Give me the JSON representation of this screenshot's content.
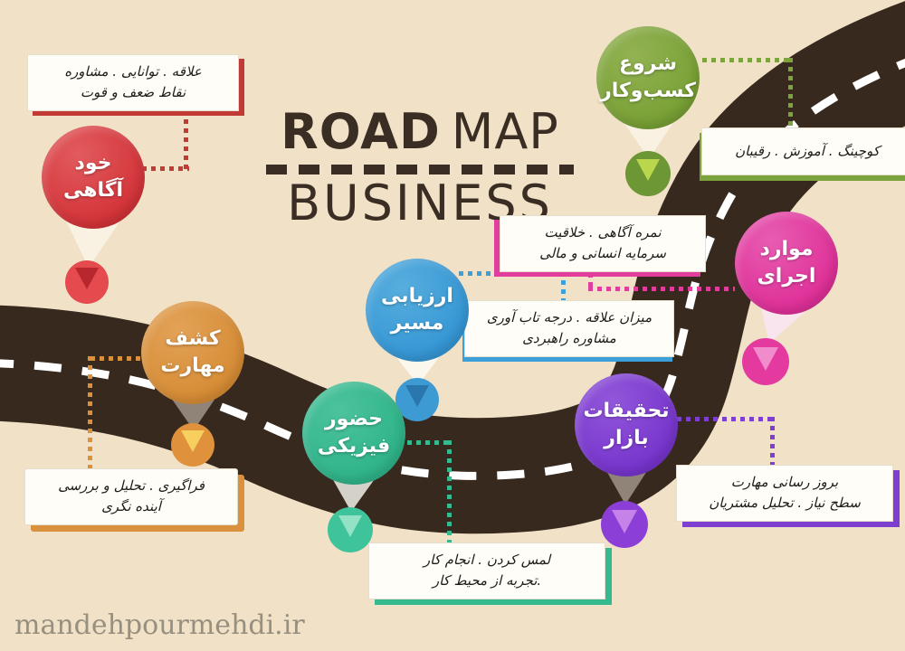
{
  "title": {
    "word_bold": "ROAD",
    "word_light": "MAP",
    "line2": "BUSINESS"
  },
  "watermark": "mandehpourmehdi.ir",
  "pins": [
    {
      "id": "self-awareness",
      "label_line1": "خود",
      "label_line2": "آگاهی",
      "color": "#d23338"
    },
    {
      "id": "business-start",
      "label_line1": "شروع",
      "label_line2": "کسب‌وکار",
      "color": "#78a035"
    },
    {
      "id": "skill-discovery",
      "label_line1": "کشف",
      "label_line2": "مهارت",
      "color": "#d68c35"
    },
    {
      "id": "route-evaluation",
      "label_line1": "ارزیابی",
      "label_line2": "مسیر",
      "color": "#3596d4"
    },
    {
      "id": "physical-presence",
      "label_line1": "حضور",
      "label_line2": "فیزیکی",
      "color": "#2fb389"
    },
    {
      "id": "execution-items",
      "label_line1": "موارد",
      "label_line2": "اجرای",
      "color": "#de2f97"
    },
    {
      "id": "market-research",
      "label_line1": "تحقیقات",
      "label_line2": "بازار",
      "color": "#7634cc"
    }
  ],
  "notes": [
    {
      "id": "self-awareness-note",
      "line1": "علاقه . توانایی . مشاوره",
      "line2": "نقاط ضعف و قوت",
      "accent": "#c23a35"
    },
    {
      "id": "business-start-note",
      "line1": "کوچینگ . آموزش . رقیبان",
      "line2": "",
      "accent": "#7da33c"
    },
    {
      "id": "execution-items-note",
      "line1": "نمره آگاهی . خلاقیت",
      "line2": "سرمایه انسانی و مالی",
      "accent": "#e03d9d"
    },
    {
      "id": "route-evaluation-note",
      "line1": "میزان علاقه . درجه تاب آوری",
      "line2": "مشاوره راهبردی",
      "accent": "#3b9fd9"
    },
    {
      "id": "skill-discovery-note",
      "line1": "فراگیری . تحلیل و بررسی",
      "line2": "آینده نگری",
      "accent": "#d9913e"
    },
    {
      "id": "physical-presence-note",
      "line1": "لمس کردن . انجام کار",
      "line2": ".تجربه از محیط کار",
      "accent": "#35b98e"
    },
    {
      "id": "market-research-note",
      "line1": "بروز رسانی مهارت",
      "line2": "سطح نیاز . تحلیل مشتریان",
      "accent": "#7e3fd0"
    }
  ],
  "palette": {
    "background": "#f0e1c7",
    "road": "#38291e",
    "road_center_line": "#ffffff",
    "title_text": "#3a2d23",
    "watermark_color": "#8f8878"
  }
}
